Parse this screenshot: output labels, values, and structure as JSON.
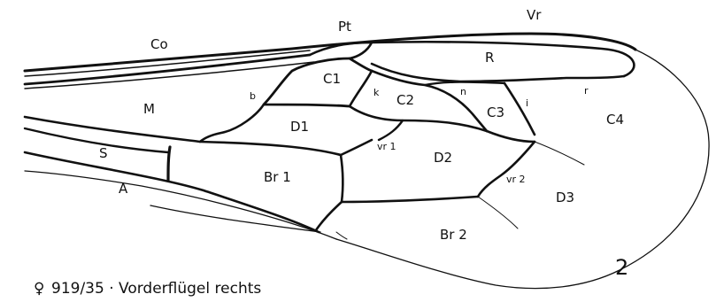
{
  "labels": {
    "Co": "Co",
    "Pt": "Pt",
    "Vr": "Vr",
    "R": "R",
    "C1": "C1",
    "C2": "C2",
    "C3": "C3",
    "C4": "C4",
    "M": "M",
    "b": "b",
    "k": "k",
    "n": "n",
    "i": "i",
    "r": "r",
    "D1": "D1",
    "D2": "D2",
    "D3": "D3",
    "vr1": "vr 1",
    "vr2": "vr 2",
    "S": "S",
    "A": "A",
    "Br1": "Br 1",
    "Br2": "Br 2"
  },
  "caption": {
    "symbol": "♀",
    "text": "919/35 · Vorderflügel rechts"
  },
  "figure_number": "2",
  "colors": {
    "ink": "#111111",
    "paper": "#ffffff"
  }
}
